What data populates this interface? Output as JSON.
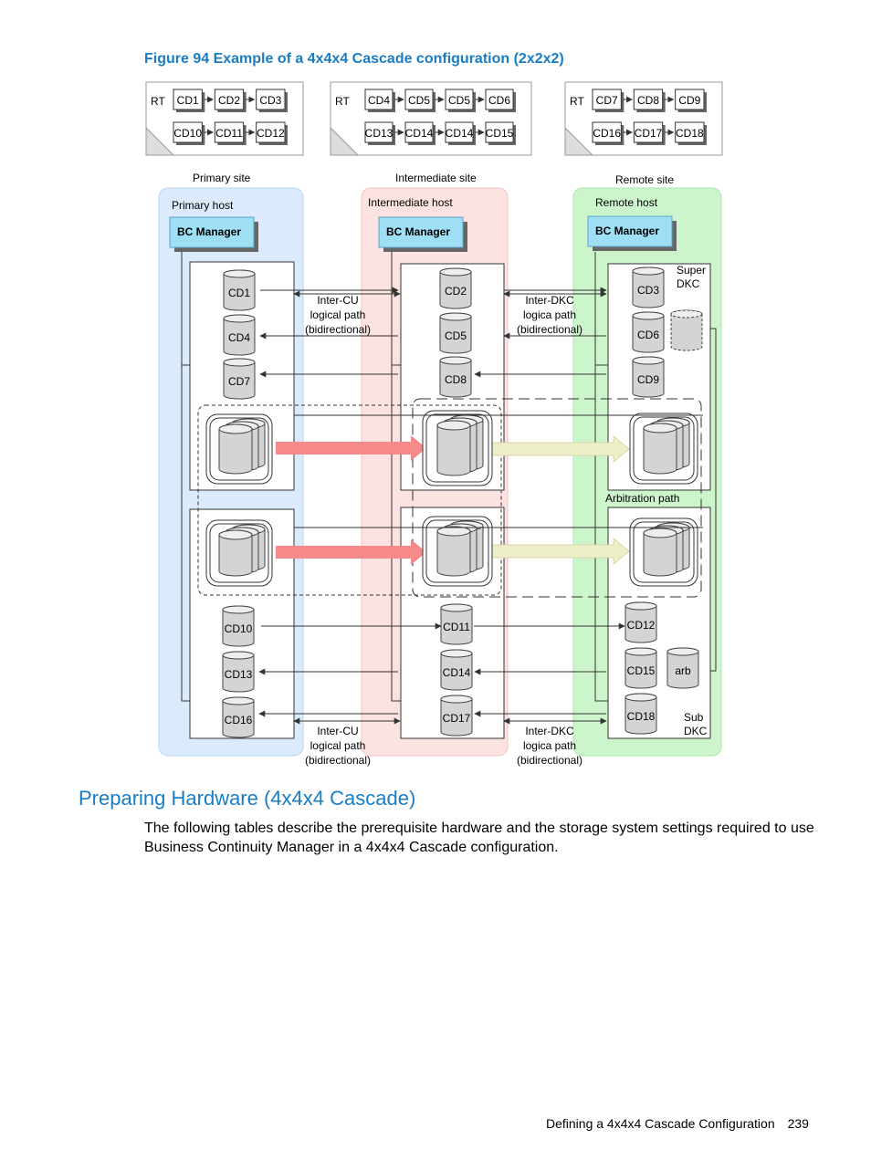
{
  "figure": {
    "caption": "Figure 94 Example of a 4x4x4 Cascade configuration (2x2x2)",
    "rt_label": "RT",
    "rt_tables": [
      {
        "rows": [
          [
            "CD1",
            "CD2",
            "CD3"
          ],
          [
            "CD10",
            "CD11",
            "CD12"
          ]
        ]
      },
      {
        "rows": [
          [
            "CD4",
            "CD5",
            "CD5",
            "CD6"
          ],
          [
            "CD13",
            "CD14",
            "CD14",
            "CD15"
          ]
        ]
      },
      {
        "rows": [
          [
            "CD7",
            "CD8",
            "CD9"
          ],
          [
            "CD16",
            "CD17",
            "CD18"
          ]
        ]
      }
    ],
    "sites": {
      "primary": {
        "site_label": "Primary site",
        "host_label": "Primary host"
      },
      "intermediate": {
        "site_label": "Intermediate site",
        "host_label": "Intermediate host"
      },
      "remote": {
        "site_label": "Remote site",
        "host_label": "Remote host"
      }
    },
    "bc_manager_label": "BC Manager",
    "volumes": {
      "primary_top": [
        "CD1",
        "CD4",
        "CD7"
      ],
      "intermediate_top": [
        "CD2",
        "CD5",
        "CD8"
      ],
      "remote_top": [
        "CD3",
        "CD6",
        "CD9"
      ],
      "primary_bottom": [
        "CD10",
        "CD13",
        "CD16"
      ],
      "intermediate_bottom": [
        "CD11",
        "CD14",
        "CD17"
      ],
      "remote_bottom": [
        "CD12",
        "CD15",
        "CD18"
      ]
    },
    "arb_label": "arb",
    "super_dkc_label": [
      "Super",
      "DKC"
    ],
    "sub_dkc_label": [
      "Sub",
      "DKC"
    ],
    "arbitration_path_label": "Arbitration path",
    "inter_cu_path_label": [
      "Inter-CU",
      "logical path",
      "(bidirectional)"
    ],
    "inter_dkc_path_label": [
      "Inter-DKC",
      "logica path",
      "(bidirectional)"
    ],
    "colors": {
      "primary_bg": "#dcebfb",
      "intermediate_bg": "#fde2e2",
      "remote_bg": "#ccf5cc",
      "bc_manager_bg": "#9fdff5",
      "red_arrow": "#f68a8a",
      "yellow_arrow": "#eeeec9",
      "caption": "#1a7dc4"
    }
  },
  "section": {
    "heading": "Preparing Hardware (4x4x4 Cascade)",
    "paragraph": "The following tables describe the prerequisite hardware and the storage system settings required to use Business Continuity Manager in a 4x4x4 Cascade configuration."
  },
  "footer": {
    "text": "Defining a 4x4x4 Cascade Configuration",
    "page": "239"
  }
}
